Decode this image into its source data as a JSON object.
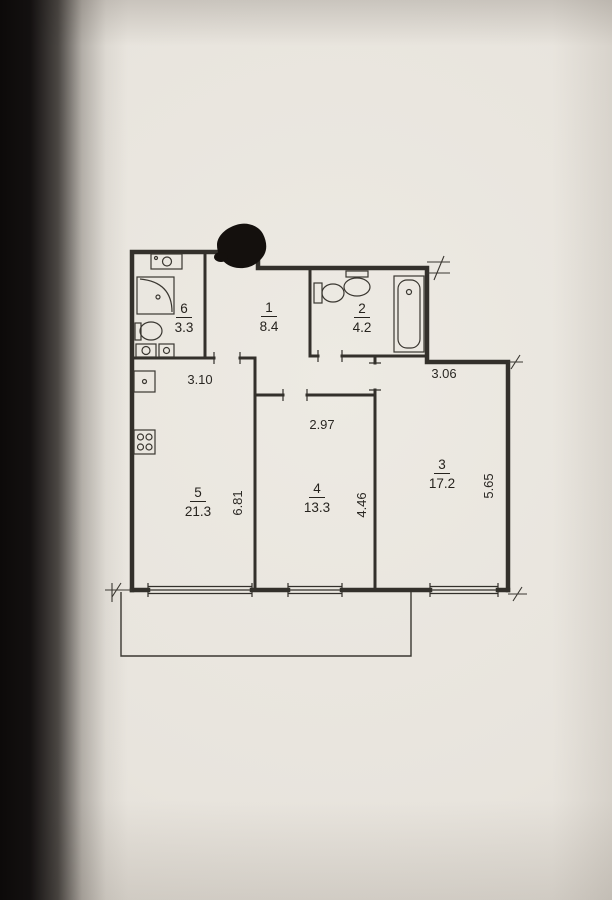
{
  "colors": {
    "paper": "#e9e5de",
    "ink": "#33302b",
    "blot": "#14100d"
  },
  "rooms": [
    {
      "number": "1",
      "area": "8.4"
    },
    {
      "number": "2",
      "area": "4.2"
    },
    {
      "number": "3",
      "area": "17.2"
    },
    {
      "number": "4",
      "area": "13.3"
    },
    {
      "number": "5",
      "area": "21.3"
    },
    {
      "number": "6",
      "area": "3.3"
    }
  ],
  "dimensions": {
    "room5_width": "3.10",
    "room4_width": "2.97",
    "room3_width": "3.06",
    "room5_depth": "6.81",
    "room4_depth": "4.46",
    "room3_depth": "5.65"
  }
}
